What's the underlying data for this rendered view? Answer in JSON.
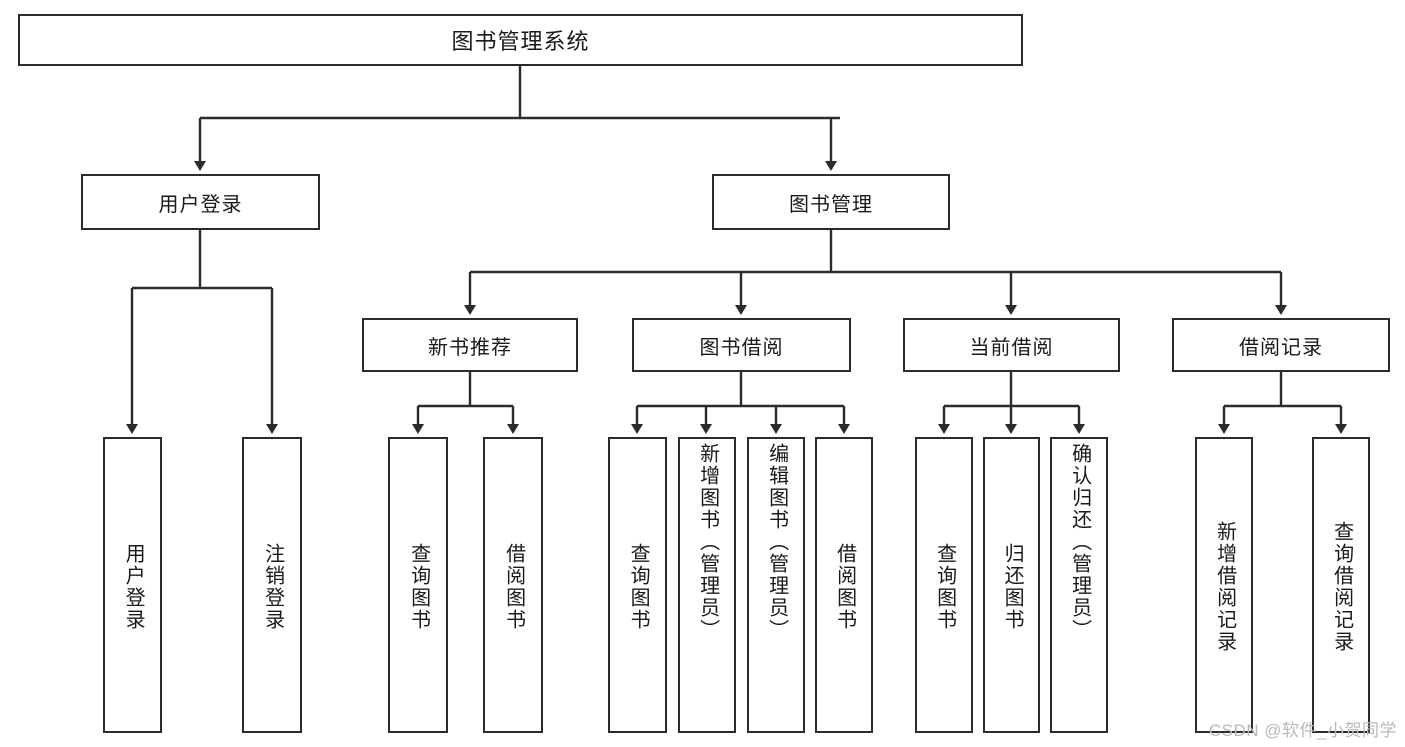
{
  "diagram": {
    "type": "tree",
    "title": "图书管理系统",
    "root": {
      "label": "图书管理系统"
    },
    "level1": [
      {
        "label": "用户登录"
      },
      {
        "label": "图书管理"
      }
    ],
    "level2": [
      {
        "label": "新书推荐"
      },
      {
        "label": "图书借阅"
      },
      {
        "label": "当前借阅"
      },
      {
        "label": "借阅记录"
      }
    ],
    "leaves": {
      "user_login": [
        {
          "label": "用户登录"
        },
        {
          "label": "注销登录"
        }
      ],
      "new_book_recommend": [
        {
          "label": "查询图书"
        },
        {
          "label": "借阅图书"
        }
      ],
      "book_borrow": [
        {
          "label": "查询图书"
        },
        {
          "label": "新增图书（管理员）"
        },
        {
          "label": "编辑图书（管理员）"
        },
        {
          "label": "借阅图书"
        }
      ],
      "current_borrow": [
        {
          "label": "查询图书"
        },
        {
          "label": "归还图书"
        },
        {
          "label": "确认归还（管理员）"
        }
      ],
      "borrow_records": [
        {
          "label": "新增借阅记录"
        },
        {
          "label": "查询借阅记录"
        }
      ]
    }
  },
  "watermark": {
    "text": "CSDN @软件_小贺同学"
  },
  "colors": {
    "stroke": "#2b2b2b",
    "background": "#ffffff",
    "text": "#1a1a1a",
    "watermark": "#b9b9b9"
  }
}
